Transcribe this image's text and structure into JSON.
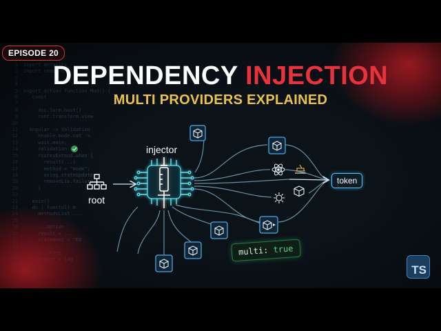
{
  "episode": "EPISODE 20",
  "title": {
    "part1": "DEPENDENCY",
    "part2": "INJECTION"
  },
  "subtitle": "MULTI PROVIDERS EXPLAINED",
  "diagram": {
    "root_label": "root",
    "injector_label": "injector",
    "token_label": "token",
    "code_badge": {
      "key": "multi:",
      "value": "true"
    }
  },
  "logo": "TS",
  "colors": {
    "accent_red": "#e8323c",
    "accent_gold": "#ecc34a",
    "line_cyan": "#5fc6ff",
    "code_green": "#5fd08a"
  },
  "icons": [
    "tree-icon",
    "syringe-chip-icon",
    "cube-icon",
    "atom-icon",
    "gear-icon",
    "package-icon",
    "typescript-logo"
  ]
}
